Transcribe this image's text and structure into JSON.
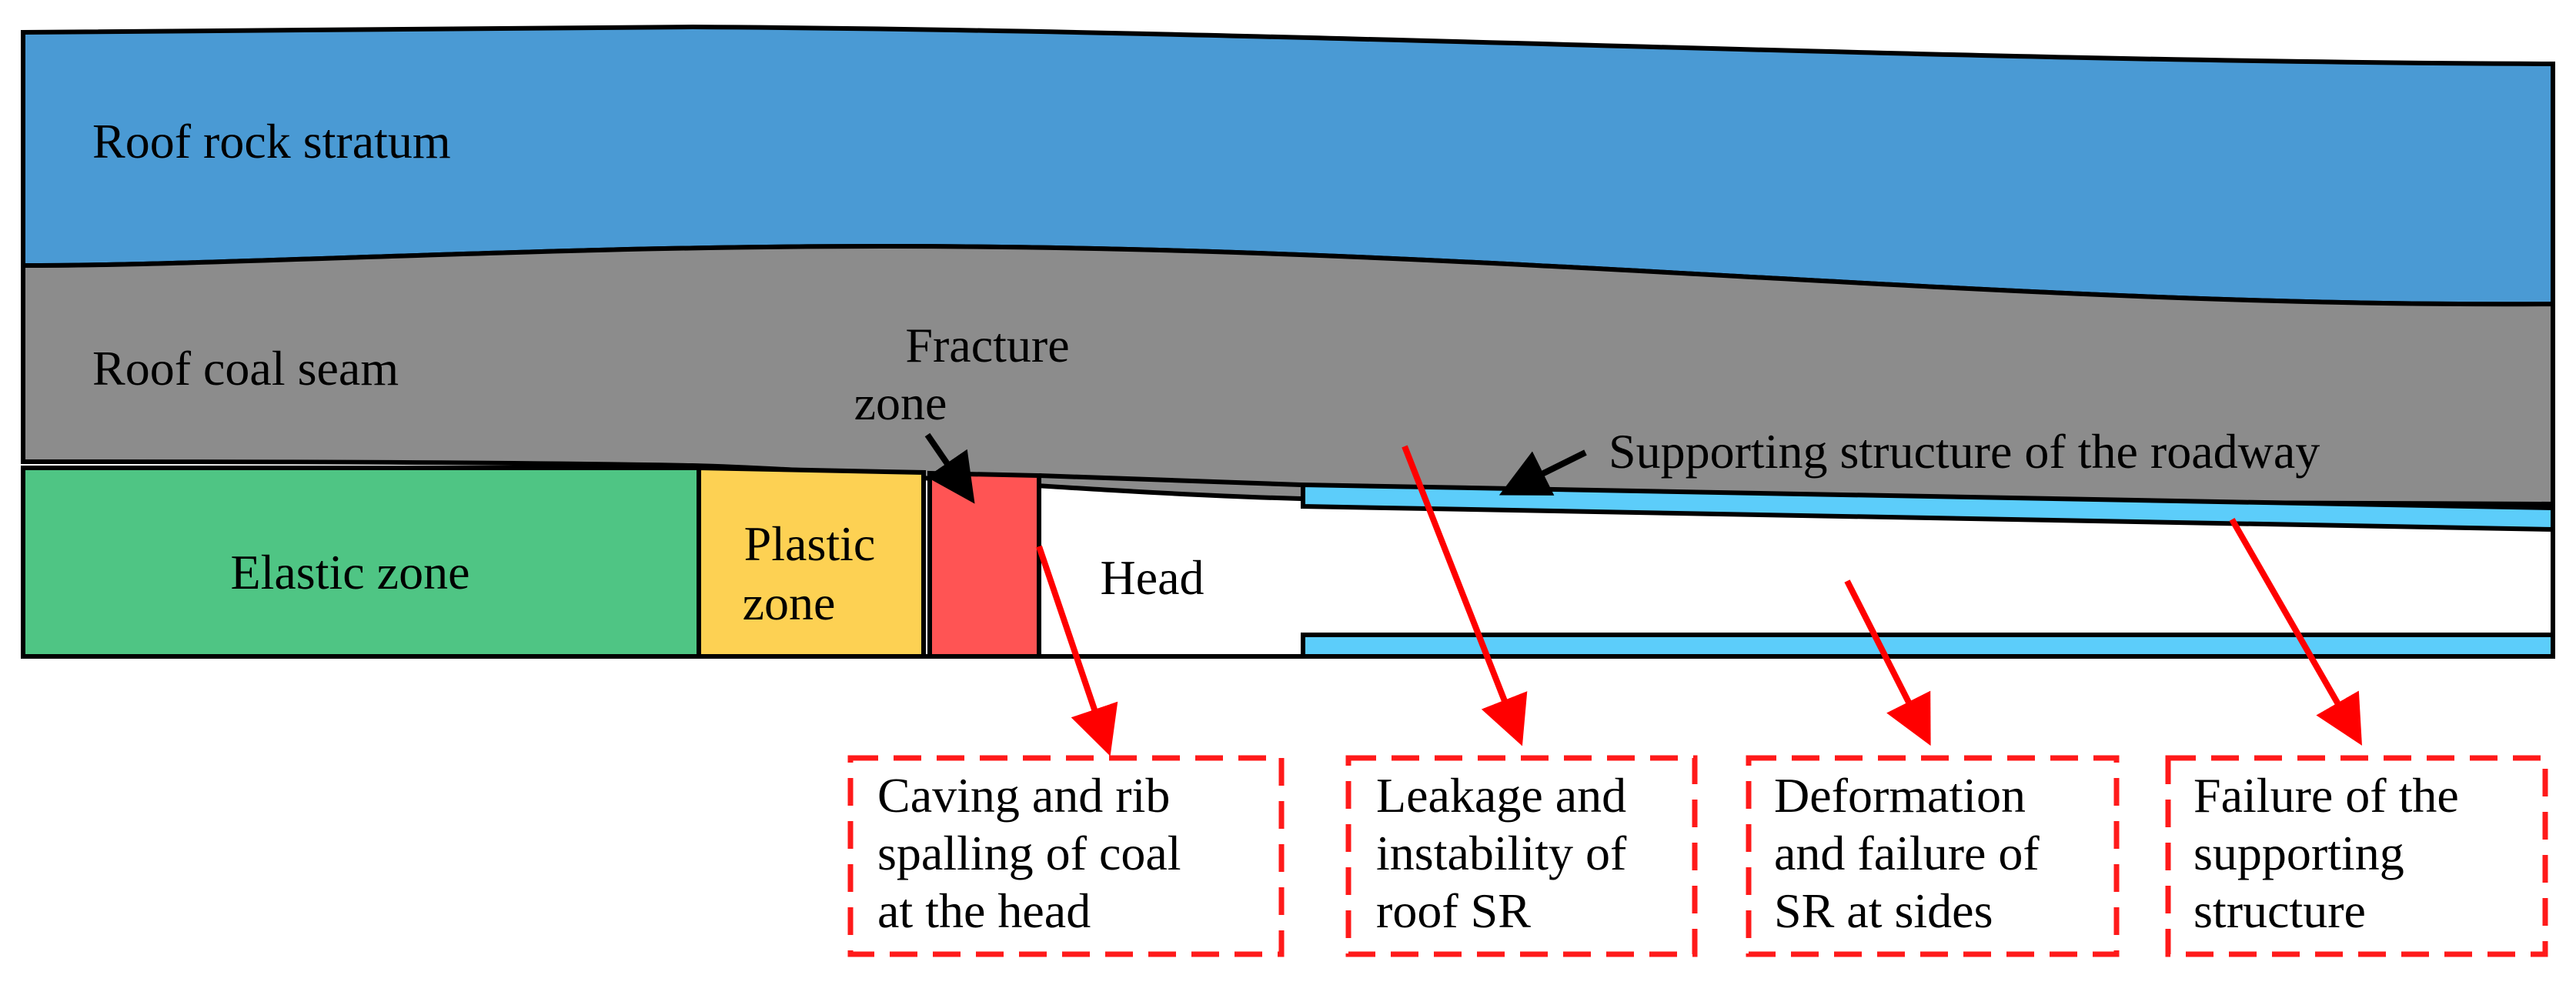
{
  "colors": {
    "roof_rock": "#4a9ad4",
    "roof_coal": "#8c8c8c",
    "elastic": "#4fc584",
    "plastic": "#fdd153",
    "fracture": "#ff5454",
    "support": "#5ccdfa",
    "arrow_red": "#ff0000",
    "box_border": "#ff1a1a",
    "outline": "#000000"
  },
  "strata": {
    "roof_rock": "Roof rock stratum",
    "roof_coal": "Roof coal seam"
  },
  "zones": {
    "elastic": "Elastic zone",
    "plastic_line1": "Plastic",
    "plastic_line2": "zone",
    "fracture_line1": "Fracture",
    "fracture_line2": "zone",
    "head": "Head"
  },
  "support_label": "Supporting structure of the roadway",
  "failure_modes": [
    {
      "lines": [
        "Caving and rib",
        "spalling of coal",
        "at the head"
      ]
    },
    {
      "lines": [
        "Leakage and",
        "instability of",
        "roof SR"
      ]
    },
    {
      "lines": [
        "Deformation",
        "and failure of",
        "SR at sides"
      ]
    },
    {
      "lines": [
        "Failure of the",
        "supporting",
        "structure"
      ]
    }
  ]
}
